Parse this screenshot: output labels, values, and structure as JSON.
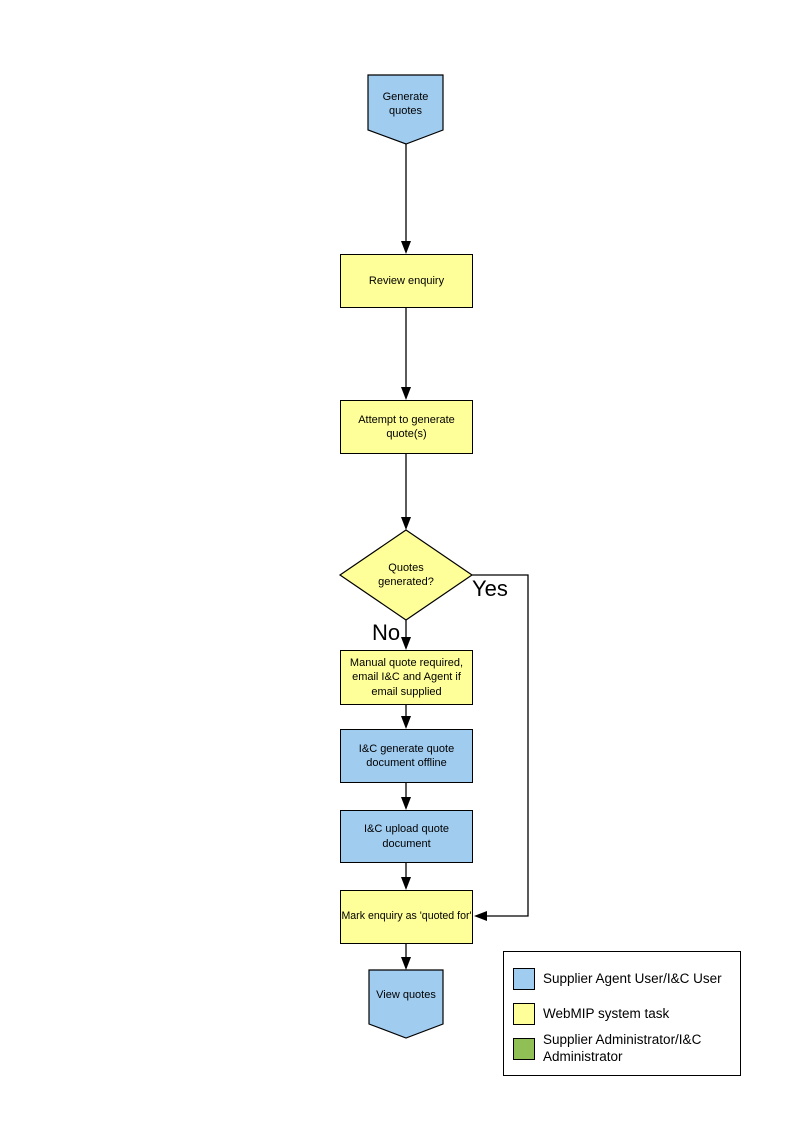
{
  "diagram": {
    "type": "flowchart",
    "colors": {
      "blue": "#A0CCF0",
      "yellow": "#FFFF99",
      "green": "#8FBF55"
    },
    "nodes": [
      {
        "id": "generate-quotes",
        "shape": "pentagon-down",
        "fill": "blue",
        "label": "Generate quotes"
      },
      {
        "id": "review-enquiry",
        "shape": "rectangle",
        "fill": "yellow",
        "label": "Review enquiry"
      },
      {
        "id": "attempt-generate",
        "shape": "rectangle",
        "fill": "yellow",
        "label": "Attempt to generate quote(s)"
      },
      {
        "id": "quotes-generated",
        "shape": "diamond",
        "fill": "yellow",
        "label": "Quotes generated?"
      },
      {
        "id": "manual-quote",
        "shape": "rectangle",
        "fill": "yellow",
        "label": "Manual quote required, email I&C and Agent if email supplied"
      },
      {
        "id": "ic-generate-offline",
        "shape": "rectangle",
        "fill": "blue",
        "label": "I&C generate quote document offline"
      },
      {
        "id": "ic-upload",
        "shape": "rectangle",
        "fill": "blue",
        "label": "I&C upload quote document"
      },
      {
        "id": "mark-quoted",
        "shape": "rectangle",
        "fill": "yellow",
        "label": "Mark enquiry as 'quoted for'"
      },
      {
        "id": "view-quotes",
        "shape": "pentagon-down",
        "fill": "blue",
        "label": "View quotes"
      }
    ],
    "edges": [
      {
        "from": "generate-quotes",
        "to": "review-enquiry",
        "label": ""
      },
      {
        "from": "review-enquiry",
        "to": "attempt-generate",
        "label": ""
      },
      {
        "from": "attempt-generate",
        "to": "quotes-generated",
        "label": ""
      },
      {
        "from": "quotes-generated",
        "to": "mark-quoted",
        "label": "Yes"
      },
      {
        "from": "quotes-generated",
        "to": "manual-quote",
        "label": "No"
      },
      {
        "from": "manual-quote",
        "to": "ic-generate-offline",
        "label": ""
      },
      {
        "from": "ic-generate-offline",
        "to": "ic-upload",
        "label": ""
      },
      {
        "from": "ic-upload",
        "to": "mark-quoted",
        "label": ""
      },
      {
        "from": "mark-quoted",
        "to": "view-quotes",
        "label": ""
      }
    ],
    "edge_labels": {
      "yes": "Yes",
      "no": "No"
    },
    "legend": {
      "items": [
        {
          "fill": "blue",
          "label": "Supplier Agent User/I&C User"
        },
        {
          "fill": "yellow",
          "label": "WebMIP system task"
        },
        {
          "fill": "green",
          "label": "Supplier Administrator/I&C Administrator"
        }
      ]
    }
  }
}
